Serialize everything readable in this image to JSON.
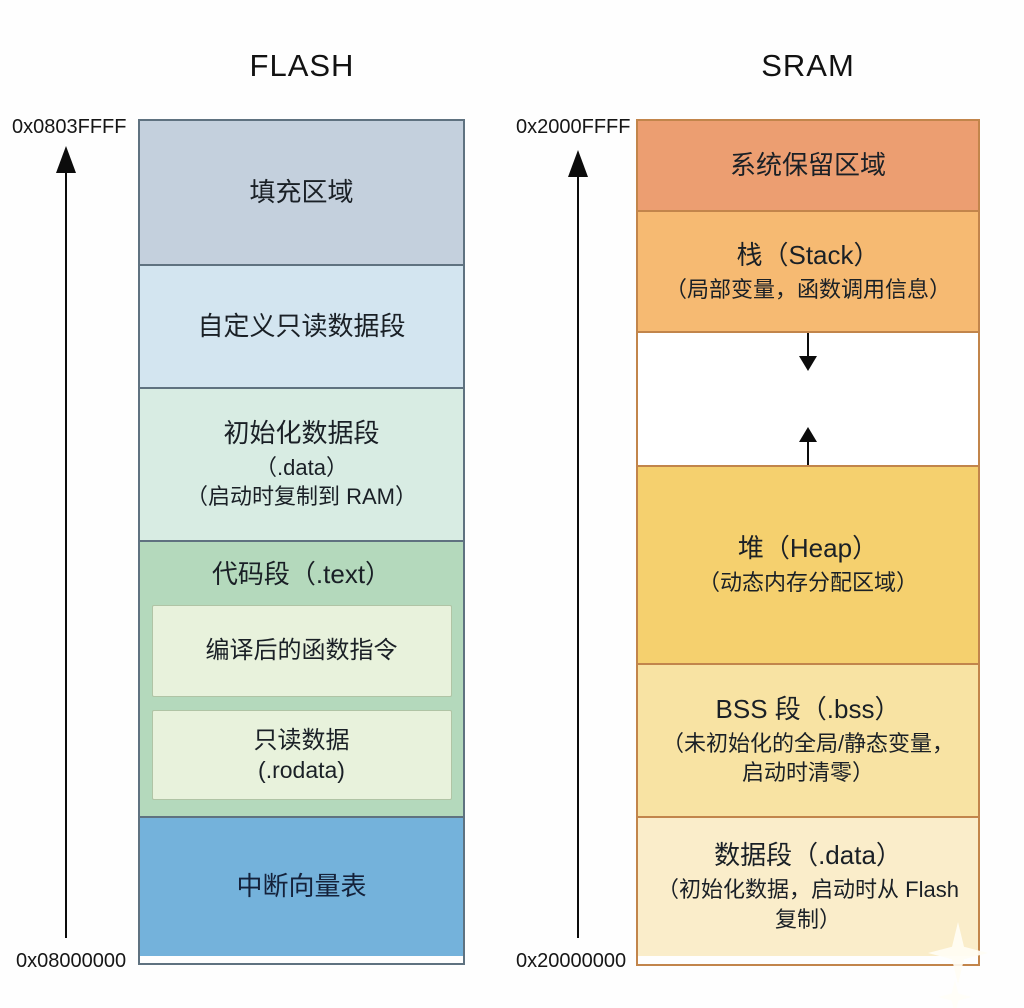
{
  "flash": {
    "title": "FLASH",
    "top_address": "0x0803FFFF",
    "bottom_address": "0x08000000",
    "border_color": "#5f7280",
    "blocks": [
      {
        "name": "padding-area",
        "label": "填充区域",
        "color": "#c4d0dd"
      },
      {
        "name": "custom-rodata-segment",
        "label": "自定义只读数据段",
        "color": "#d3e5f0"
      },
      {
        "name": "initialized-data-segment",
        "label": "初始化数据段",
        "sub1": "（.data）",
        "sub2": "（启动时复制到 RAM）",
        "color": "#d8ece3"
      },
      {
        "name": "code-segment",
        "label": "代码段（.text）",
        "color": "#b4d9bc",
        "children": [
          {
            "name": "compiled-instructions",
            "label": "编译后的函数指令",
            "color": "#e8f2dc"
          },
          {
            "name": "read-only-data",
            "label": "只读数据",
            "sub1": "(.rodata)",
            "color": "#e8f2dc"
          }
        ]
      },
      {
        "name": "interrupt-vector-table",
        "label": "中断向量表",
        "color": "#74b2db"
      }
    ]
  },
  "sram": {
    "title": "SRAM",
    "top_address": "0x2000FFFF",
    "bottom_address": "0x20000000",
    "border_color": "#c2854b",
    "blocks": [
      {
        "name": "system-reserved",
        "label": "系统保留区域",
        "color": "#ec9e71"
      },
      {
        "name": "stack",
        "label": "栈（Stack）",
        "sub1": "（局部变量，函数调用信息）",
        "color": "#f6ba72"
      },
      {
        "name": "growth-gap",
        "label": "",
        "color": "#ffffff"
      },
      {
        "name": "heap",
        "label": "堆（Heap）",
        "sub1": "（动态内存分配区域）",
        "color": "#f5d06e"
      },
      {
        "name": "bss-segment",
        "label": "BSS 段（.bss）",
        "sub1": "（未初始化的全局/静态变量，启动时清零）",
        "color": "#f8e3a3"
      },
      {
        "name": "data-segment",
        "label": "数据段（.data）",
        "sub1": "（初始化数据，启动时从 Flash 复制）",
        "color": "#faedca"
      }
    ]
  },
  "icons": {
    "flash_axis": "up-arrow",
    "sram_axis": "up-arrow",
    "stack_growth": "down-arrow",
    "heap_growth": "up-arrow",
    "watermark": "sparkle"
  }
}
